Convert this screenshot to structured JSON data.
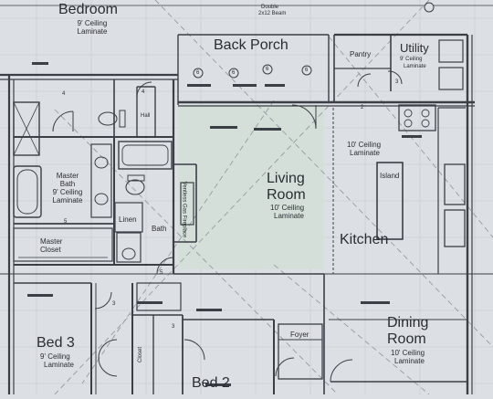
{
  "rooms": {
    "bedroom": {
      "name": "Bedroom",
      "ceiling": "9' Ceiling",
      "finish": "Laminate"
    },
    "back_porch": {
      "name": "Back Porch"
    },
    "pantry": {
      "name": "Pantry"
    },
    "utility": {
      "name": "Utility",
      "ceiling": "9' Ceiling",
      "finish": "Laminate"
    },
    "living_room": {
      "name_line1": "Living",
      "name_line2": "Room",
      "ceiling": "10' Ceiling",
      "finish": "Laminate"
    },
    "kitchen": {
      "name": "Kitchen",
      "ceiling": "10' Ceiling",
      "finish": "Laminate"
    },
    "island": {
      "name": "Island"
    },
    "master_bath": {
      "name_line1": "Master",
      "name_line2": "Bath",
      "ceiling": "9' Ceiling",
      "finish": "Laminate"
    },
    "master_closet": {
      "name": "Master",
      "name_line2": "Closet"
    },
    "linen": {
      "name": "Linen"
    },
    "bath": {
      "name": "Bath"
    },
    "hall": {
      "name": "Hall"
    },
    "bed3": {
      "name": "Bed 3",
      "ceiling": "9' Ceiling",
      "finish": "Laminate"
    },
    "bed2": {
      "name": "Bed 2"
    },
    "foyer": {
      "name": "Foyer"
    },
    "dining_room": {
      "name_line1": "Dining",
      "name_line2": "Room",
      "ceiling": "10' Ceiling",
      "finish": "Laminate"
    },
    "closet": {
      "name": "Closet"
    }
  },
  "annotations": {
    "double_header": "Double",
    "header_size": "2x12 Beam",
    "fireplace": "Ventless Gas Fireplace"
  },
  "door_tags": [
    "4",
    "6",
    "6",
    "6",
    "6",
    "2",
    "3",
    "4",
    "5",
    "3",
    "5",
    "3"
  ],
  "colors": {
    "line": "#3b3f46",
    "paper": "#dcdfe3",
    "room_tint": "#d3dfd8",
    "text": "#2a2d33"
  }
}
